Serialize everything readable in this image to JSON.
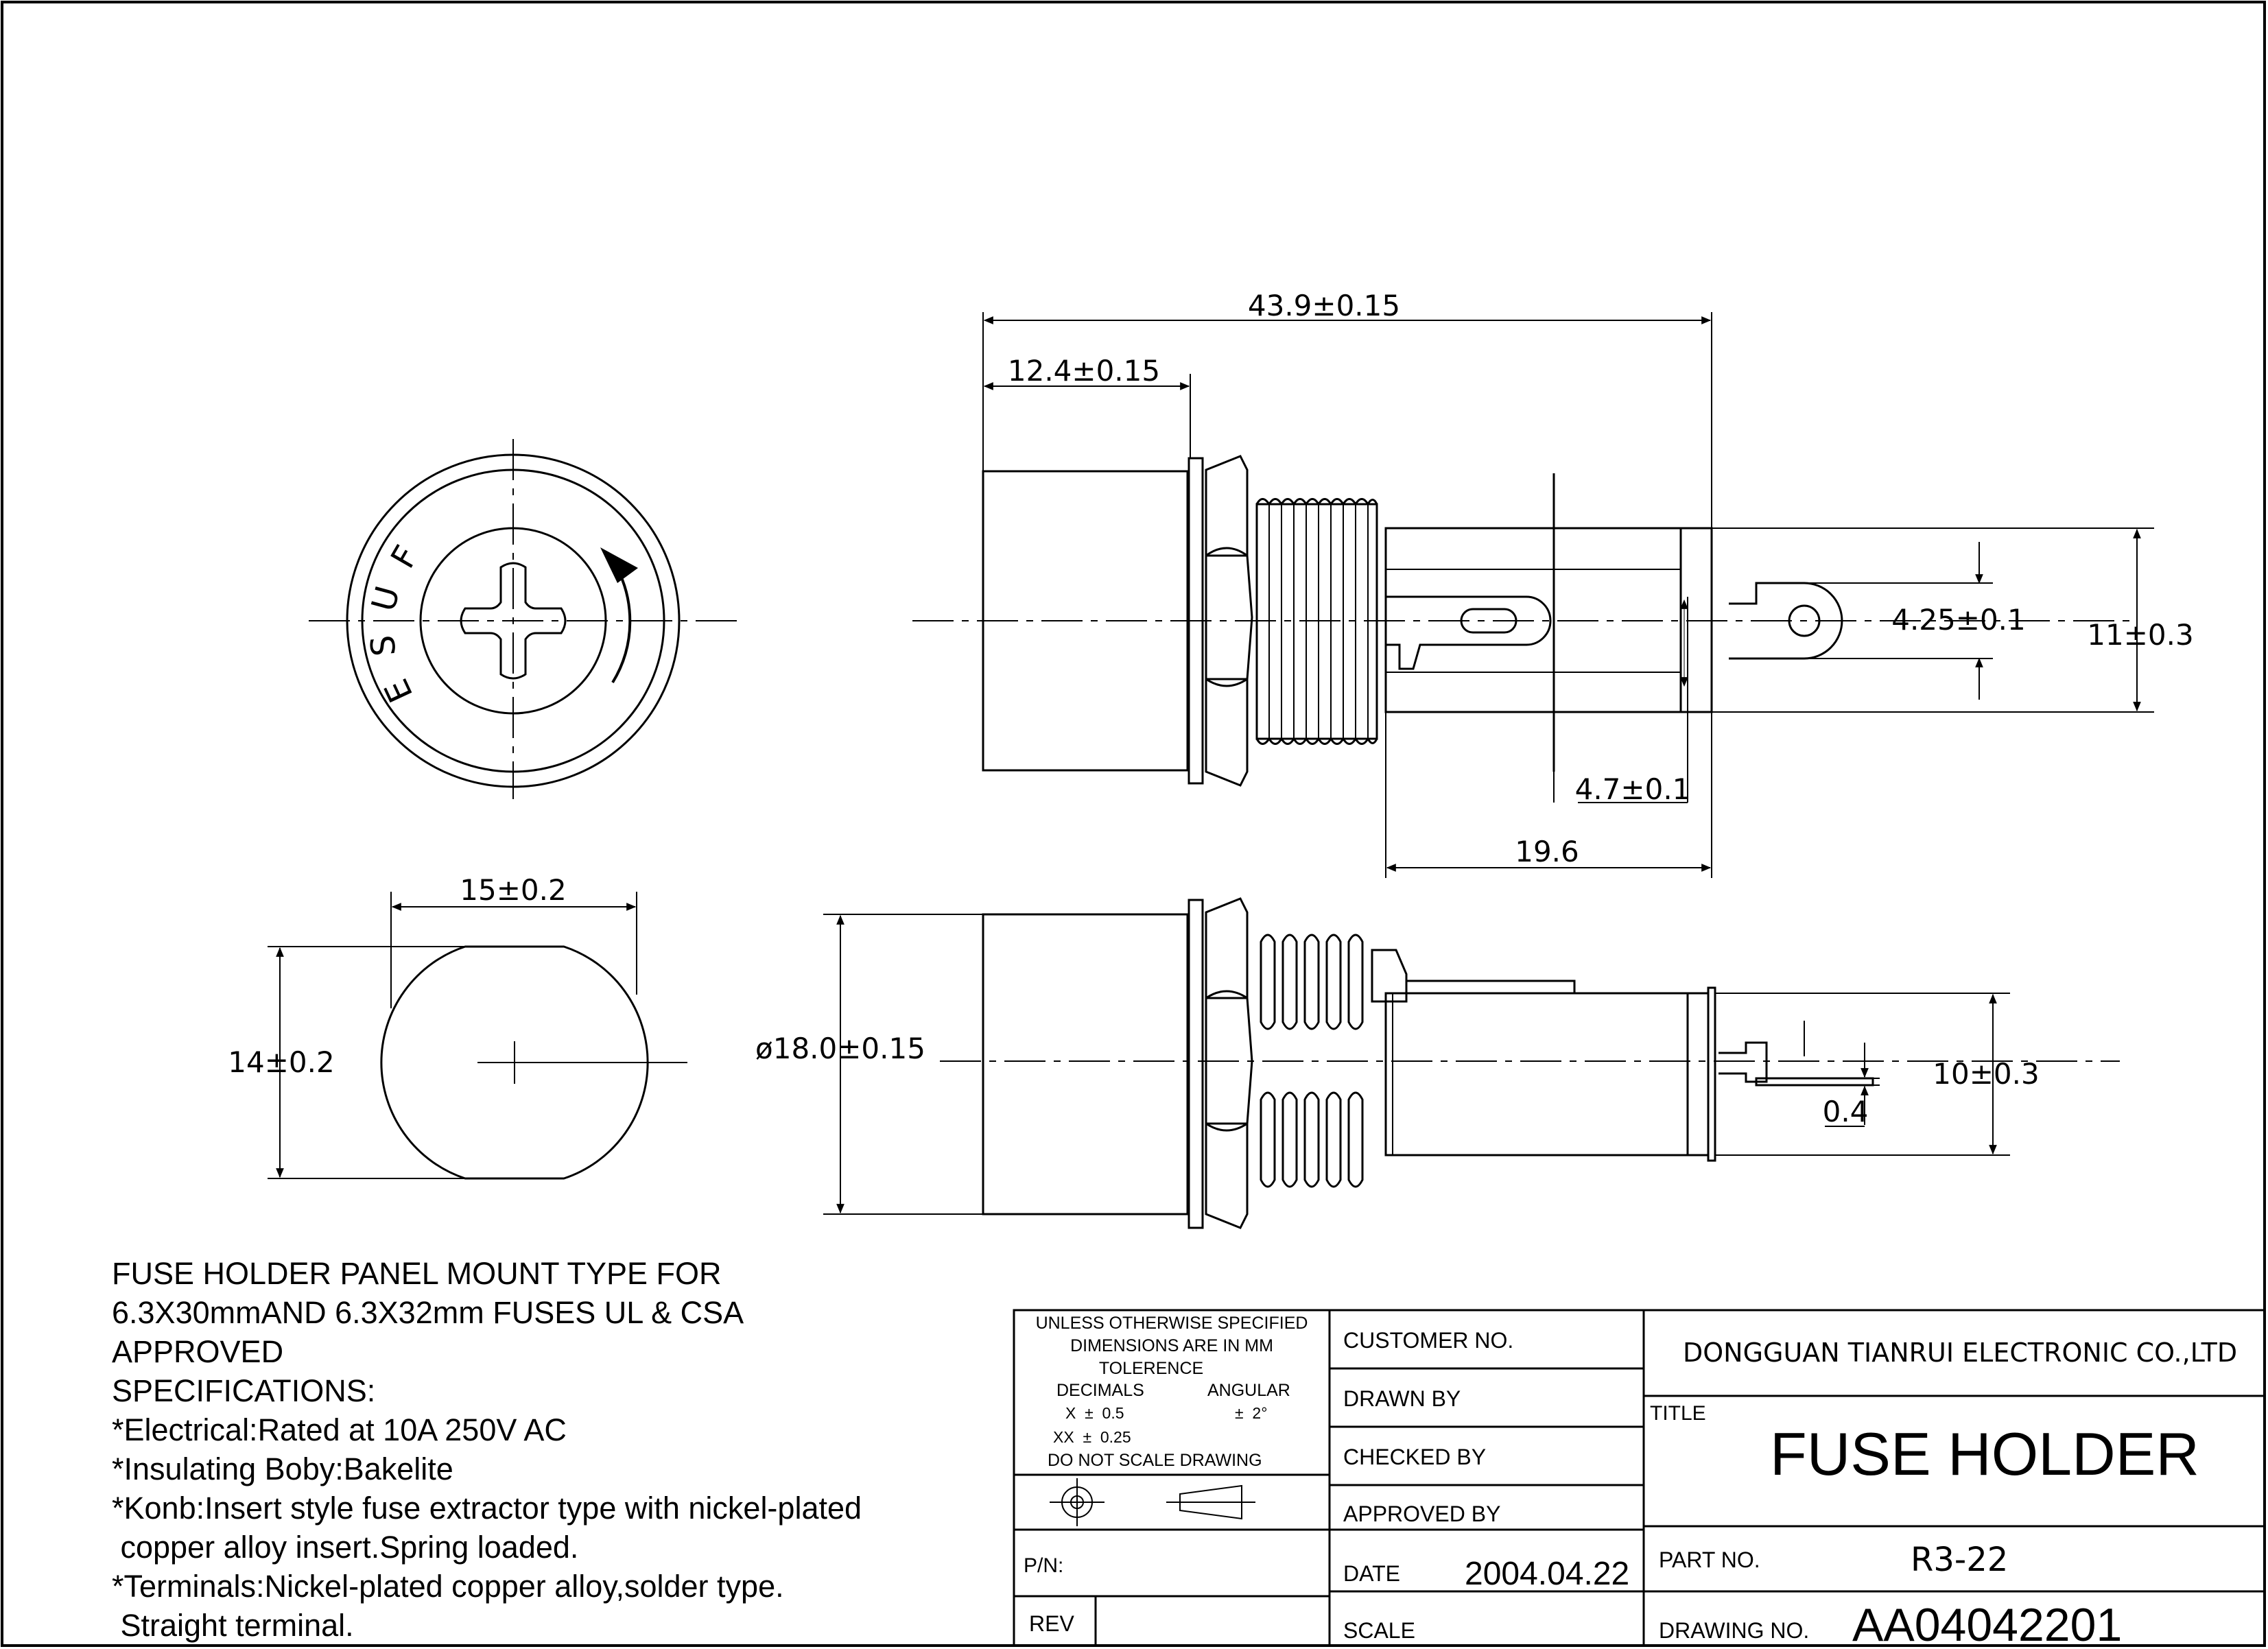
{
  "dimensions": {
    "overall_length": "43.9±0.15",
    "cap_length": "12.4±0.15",
    "body_height": "11±0.3",
    "lug_slot": "4.25±0.1",
    "lug_width": "4.7±0.1",
    "rear_length": "19.6",
    "panel_cutout_width": "15±0.2",
    "panel_cutout_height": "14±0.2",
    "cap_diameter": "ø18.0±0.15",
    "bottom_height": "10±0.3",
    "terminal_thickness": "0.4"
  },
  "cap_marking": "FUSE",
  "specs": {
    "lines": [
      "FUSE HOLDER PANEL MOUNT TYPE FOR",
      "6.3X30mmAND 6.3X32mm FUSES UL & CSA",
      "APPROVED",
      "SPECIFICATIONS:",
      "*Electrical:Rated at 10A 250V AC",
      "*Insulating Boby:Bakelite",
      "*Konb:Insert style fuse extractor  type with nickel-plated",
      " copper alloy insert.Spring loaded.",
      "*Terminals:Nickel-plated copper alloy,solder type.",
      " Straight terminal."
    ]
  },
  "title_block": {
    "tolerance": {
      "line1": "UNLESS OTHERWISE SPECIFIED",
      "line2": "DIMENSIONS ARE IN MM",
      "line3": "TOLERENCE",
      "decimals_label": "DECIMALS",
      "angular_label": "ANGULAR",
      "x_tol": "X  ±  0.5",
      "angular_tol": "±  2°",
      "xx_tol": "XX  ±  0.25",
      "no_scale": "DO NOT SCALE DRAWING"
    },
    "pn_label": "P/N:",
    "rev_label": "REV",
    "customer_no_label": "CUSTOMER NO.",
    "drawn_by_label": "DRAWN BY",
    "checked_by_label": "CHECKED BY",
    "approved_by_label": "APPROVED BY",
    "date_label": "DATE",
    "date_value": "2004.04.22",
    "scale_label": "SCALE",
    "company": "DONGGUAN TIANRUI ELECTRONIC CO.,LTD",
    "title_label": "TITLE",
    "title_value": "FUSE HOLDER",
    "part_no_label": "PART NO.",
    "part_no_value": "R3-22",
    "drawing_no_label": "DRAWING NO.",
    "drawing_no_value": "AA04042201"
  }
}
